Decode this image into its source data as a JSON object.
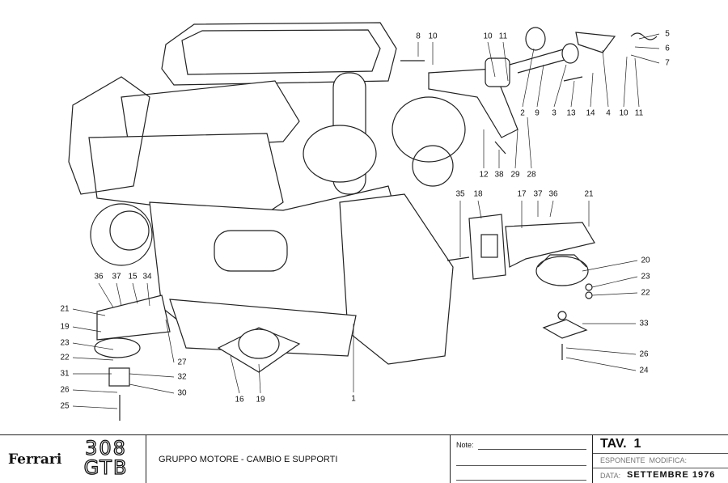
{
  "title_block": {
    "brand": "Ferrari",
    "model_top": "308",
    "model_bottom": "GTB",
    "description": "GRUPPO MOTORE - CAMBIO E SUPPORTI",
    "note_label": "Note:",
    "table_number": "TAV.  1",
    "revision_label": "ESPONENTE  MODIFICA:",
    "date_label": "DATA:",
    "date_value": "SETTEMBRE 1976"
  },
  "callouts": [
    "8",
    "10",
    "10",
    "11",
    "5",
    "6",
    "7",
    "2",
    "9",
    "3",
    "13",
    "14",
    "4",
    "10",
    "11",
    "12",
    "38",
    "29",
    "28",
    "35",
    "18",
    "17",
    "37",
    "36",
    "21",
    "20",
    "23",
    "22",
    "33",
    "26",
    "24",
    "36",
    "37",
    "15",
    "34",
    "21",
    "19",
    "23",
    "22",
    "31",
    "26",
    "25",
    "32",
    "30",
    "27",
    "16",
    "19",
    "1"
  ]
}
